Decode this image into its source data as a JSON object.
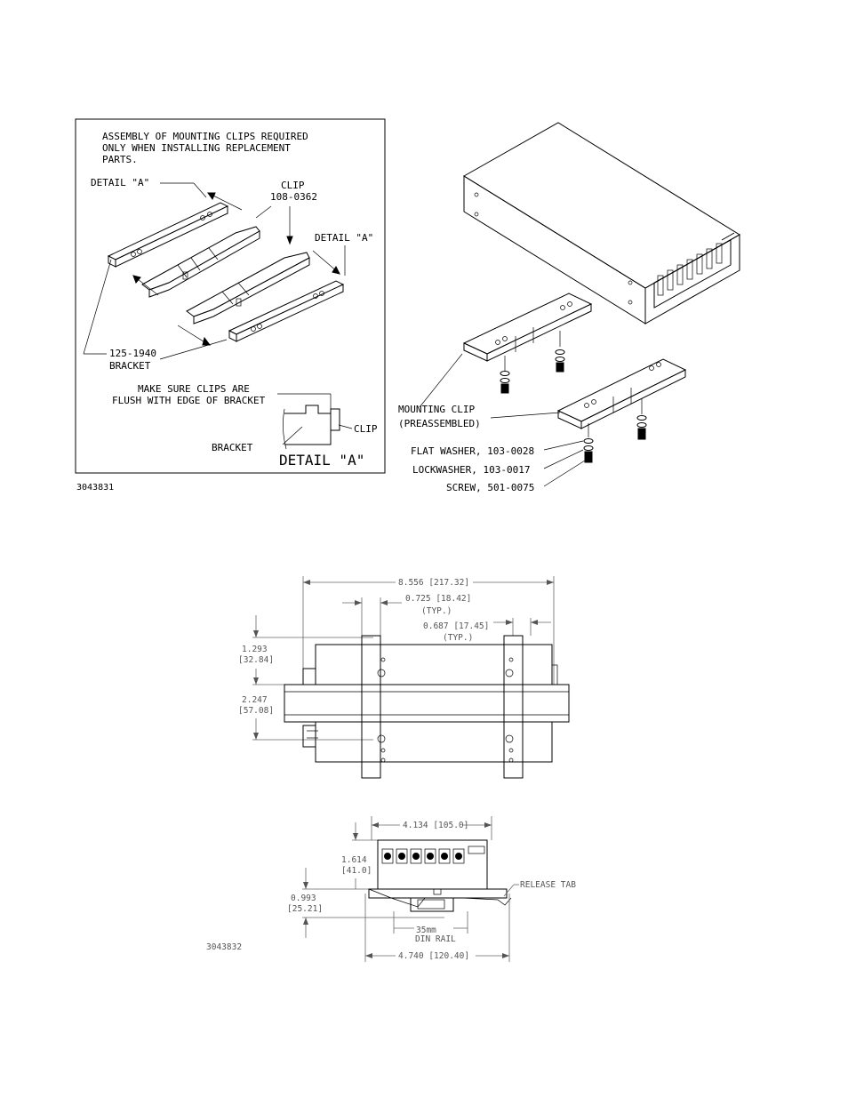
{
  "figure1": {
    "detail_box": {
      "note": [
        "ASSEMBLY OF MOUNTING CLIPS REQUIRED",
        "ONLY WHEN INSTALLING REPLACEMENT",
        "PARTS."
      ],
      "detail_a_left": "DETAIL \"A\"",
      "clip_label": "CLIP",
      "clip_part": "108-0362",
      "detail_a_right": "DETAIL \"A\"",
      "bracket_part": "125-1940",
      "bracket_label": "BRACKET",
      "flush_note": [
        "MAKE SURE CLIPS ARE",
        "FLUSH WITH EDGE OF BRACKET"
      ],
      "detail_clip": "CLIP",
      "detail_bracket": "BRACKET",
      "detail_title": "DETAIL \"A\""
    },
    "figure_id": "3043831",
    "callouts": {
      "mounting_clip": "MOUNTING CLIP",
      "preassembled": "(PREASSEMBLED)",
      "flat_washer": "FLAT WASHER, 103-0028",
      "lockwasher": "LOCKWASHER, 103-0017",
      "screw": "SCREW, 501-0075"
    }
  },
  "figure2": {
    "top_view": {
      "overall_width": "8.556 [217.32]",
      "bracket_width": "0.725 [18.42]",
      "bracket_typ": "(TYP.)",
      "gap_width": "0.687 [17.45]",
      "gap_typ": "(TYP.)",
      "upper_height_in": "1.293",
      "upper_height_mm": "[32.84]",
      "rail_height_in": "2.247",
      "rail_height_mm": "[57.08]"
    },
    "end_view": {
      "body_width": "4.134 [105.0]",
      "body_height_in": "1.614",
      "body_height_mm": "[41.0]",
      "rail_offset_in": "0.993",
      "rail_offset_mm": "[25.21]",
      "din_rail_size": "35mm",
      "din_rail_label": "DIN RAIL",
      "overall_width": "4.740 [120.40]",
      "release_tab": "RELEASE TAB"
    },
    "figure_id": "3043832"
  }
}
